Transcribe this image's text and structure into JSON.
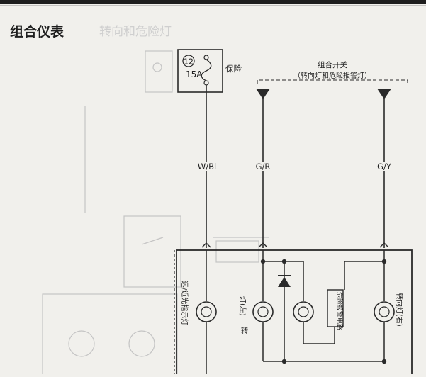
{
  "page": {
    "title": "组合仪表",
    "faded_title": "转向和危险灯"
  },
  "fuse": {
    "number": "12",
    "rating": "15A",
    "label": "保险"
  },
  "switch": {
    "title": "组合开关",
    "subtitle": "（转向灯和危险报警灯）"
  },
  "wires": {
    "left": "W/Bl",
    "mid": "G/R",
    "right": "G/Y"
  },
  "cluster": {
    "headlight_label": "远/近光指示灯",
    "turn_left_label": "灯(左)",
    "turn_char": "转",
    "turn_right_label": "转向灯(右)",
    "hazard_label": "危险报警电路"
  },
  "colors": {
    "line": "#2a2a2a",
    "faded": "#bdbdbd",
    "paper": "#f1f0ec"
  }
}
